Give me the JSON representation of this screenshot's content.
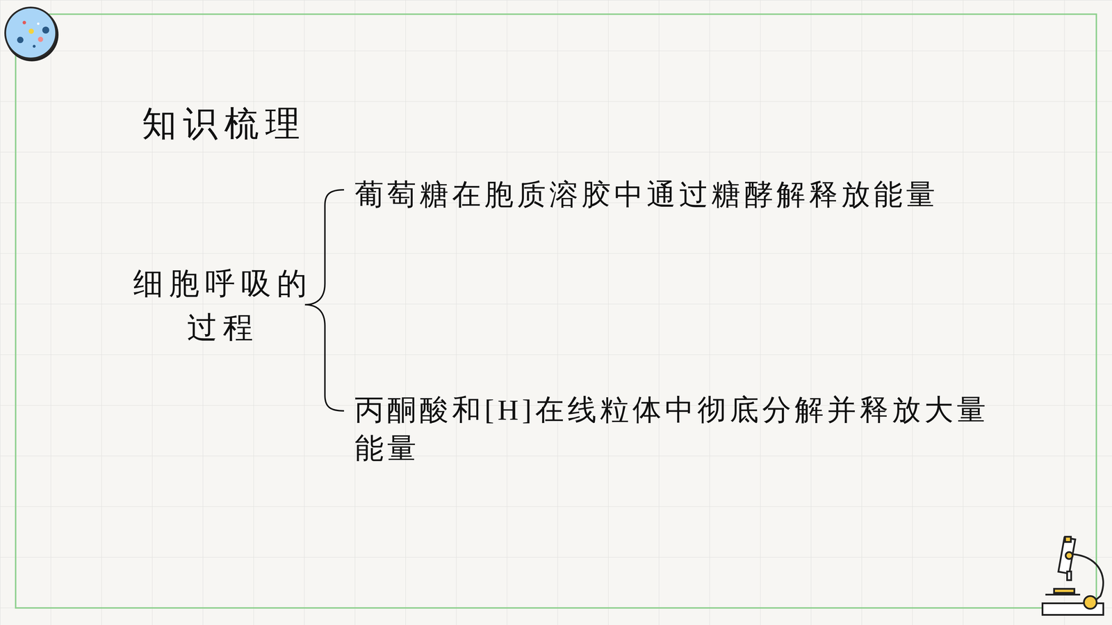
{
  "diagram": {
    "title": "知识梳理",
    "labels": [
      "细胞呼吸的过程",
      "葡萄糖在胞质溶胶中通过糖酵解释放能量",
      "丙酮酸和[H]在线粒体中彻底分解并释放大量能量"
    ]
  }
}
